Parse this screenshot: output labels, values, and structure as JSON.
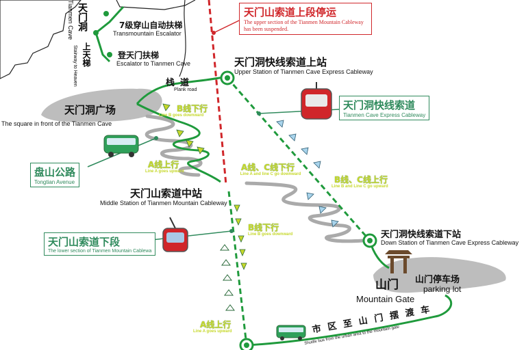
{
  "notice": {
    "title": "天门山索道上段停运",
    "subtitle": "The upper section of the Tianmen Mountain Cableway has been suspended."
  },
  "cave": {
    "name_cn": "天门洞",
    "name_en": "Tianmen Cave"
  },
  "stations": {
    "escalator_transmountain": {
      "cn": "7级穿山自动扶梯",
      "en": "Transmountain Escalator"
    },
    "escalator_cave": {
      "cn": "登天门扶梯",
      "en": "Escalator to Tianmen Cave"
    },
    "stairs": {
      "cn": "上天梯",
      "en": "Stairway to Heaven"
    },
    "plank_road": {
      "cn": "栈道",
      "en": "Plank road"
    },
    "square": {
      "cn": "天门洞广场",
      "en": "The square in front of the Tianmen Cave"
    },
    "upper_express": {
      "cn": "天门洞快线索道上站",
      "en": "Upper Station of Tianmen Cave Express Cableway"
    },
    "express_cableway": {
      "cn": "天门洞快线索道",
      "en": "Tianmen Cave Express Cableway"
    },
    "tongtian": {
      "cn": "盘山公路",
      "en": "Tongtian Avenue"
    },
    "middle_station": {
      "cn": "天门山索道中站",
      "en": "Middle Station of Tianmen Mountain Cableway"
    },
    "lower_section": {
      "cn": "天门山索道下段",
      "en": "The lower section of Tianmen Mountain Cablewa"
    },
    "down_express": {
      "cn": "天门洞快线索道下站",
      "en": "Down Station of Tianmen Cave Express Cableway"
    },
    "mountain_gate": {
      "cn": "山门",
      "en": "Mountain Gate"
    },
    "parking": {
      "cn": "山门停车场",
      "en": "parking lot"
    },
    "shuttle": {
      "cn": "市区至山门摆渡车",
      "en": "Shuttle bus from the urban area to the mountain gate"
    }
  },
  "lines": {
    "b_down_1": {
      "cn": "B线下行",
      "en": "Line B goes downward"
    },
    "a_up_1": {
      "cn": "A线上行",
      "en": "Line A goes upward"
    },
    "ac_down": {
      "cn": "A线、C线下行",
      "en": "Line A and line C go downward"
    },
    "bc_up": {
      "cn": "B线、C线上行",
      "en": "Line B and Line C go upward"
    },
    "b_down_2": {
      "cn": "B线下行",
      "en": "Line B goes downward"
    },
    "a_up_2": {
      "cn": "A线上行",
      "en": "Line A goes upward"
    }
  },
  "colors": {
    "route_green": "#1f9a3c",
    "suspended_red": "#d0262a",
    "arrow_yellow": "#c6d82b",
    "arrow_blue": "#a9d4ec",
    "label_green": "#2f8a5c",
    "cliff_gray": "#bdbdbd"
  },
  "icons": [
    "cable-car-icon",
    "bus-icon",
    "gate-icon",
    "station-marker-icon"
  ]
}
